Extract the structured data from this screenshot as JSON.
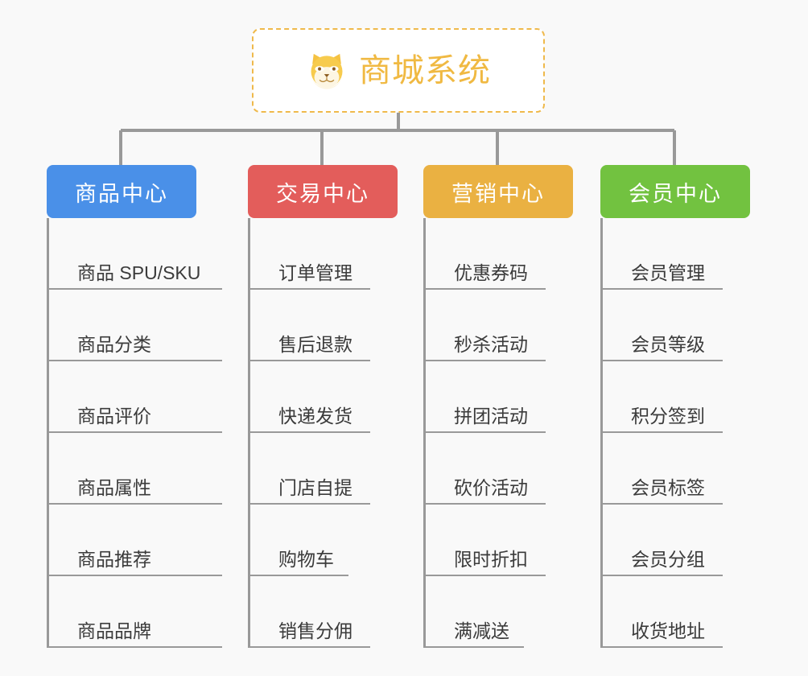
{
  "canvas": {
    "background": "#f9f9f9",
    "line_color": "#999999"
  },
  "root": {
    "title": "商城系统",
    "icon": "shiba-dog-face-icon",
    "border_color": "#efb94b",
    "text_color": "#f0b942",
    "background": "#ffffff"
  },
  "branches": [
    {
      "title": "商品中心",
      "color": "#4a90e8",
      "items": [
        {
          "label": "商品 SPU/SKU",
          "short": false
        },
        {
          "label": "商品分类",
          "short": false
        },
        {
          "label": "商品评价",
          "short": false
        },
        {
          "label": "商品属性",
          "short": false
        },
        {
          "label": "商品推荐",
          "short": false
        },
        {
          "label": "商品品牌",
          "short": false
        }
      ]
    },
    {
      "title": "交易中心",
      "color": "#e35d5b",
      "items": [
        {
          "label": "订单管理",
          "short": false
        },
        {
          "label": "售后退款",
          "short": false
        },
        {
          "label": "快递发货",
          "short": false
        },
        {
          "label": "门店自提",
          "short": false
        },
        {
          "label": "购物车",
          "short": true
        },
        {
          "label": "销售分佣",
          "short": false
        }
      ]
    },
    {
      "title": "营销中心",
      "color": "#eab142",
      "items": [
        {
          "label": "优惠券码",
          "short": false
        },
        {
          "label": "秒杀活动",
          "short": false
        },
        {
          "label": "拼团活动",
          "short": false
        },
        {
          "label": "砍价活动",
          "short": false
        },
        {
          "label": "限时折扣",
          "short": false
        },
        {
          "label": "满减送",
          "short": true
        }
      ]
    },
    {
      "title": "会员中心",
      "color": "#72c240",
      "items": [
        {
          "label": "会员管理",
          "short": false
        },
        {
          "label": "会员等级",
          "short": false
        },
        {
          "label": "积分签到",
          "short": false
        },
        {
          "label": "会员标签",
          "short": false
        },
        {
          "label": "会员分组",
          "short": false
        },
        {
          "label": "收货地址",
          "short": false
        }
      ]
    }
  ]
}
